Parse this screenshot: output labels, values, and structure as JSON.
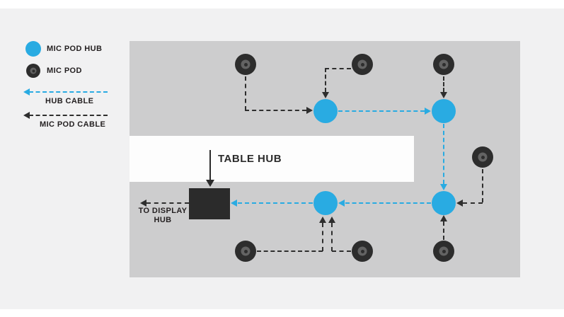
{
  "legend": {
    "mic_pod_hub_label": "MIC POD HUB",
    "mic_pod_label": "MIC POD",
    "hub_cable_label": "HUB CABLE",
    "mic_pod_cable_label": "MIC POD CABLE"
  },
  "diagram": {
    "table_hub_label": "TABLE HUB",
    "to_display_line1": "TO DISPLAY",
    "to_display_line2": "HUB"
  },
  "colors": {
    "hub_blue": "#29abe2",
    "pod_dark": "#2d2d2d",
    "table_gray": "#cdcdce",
    "background_gray": "#f1f1f2"
  }
}
